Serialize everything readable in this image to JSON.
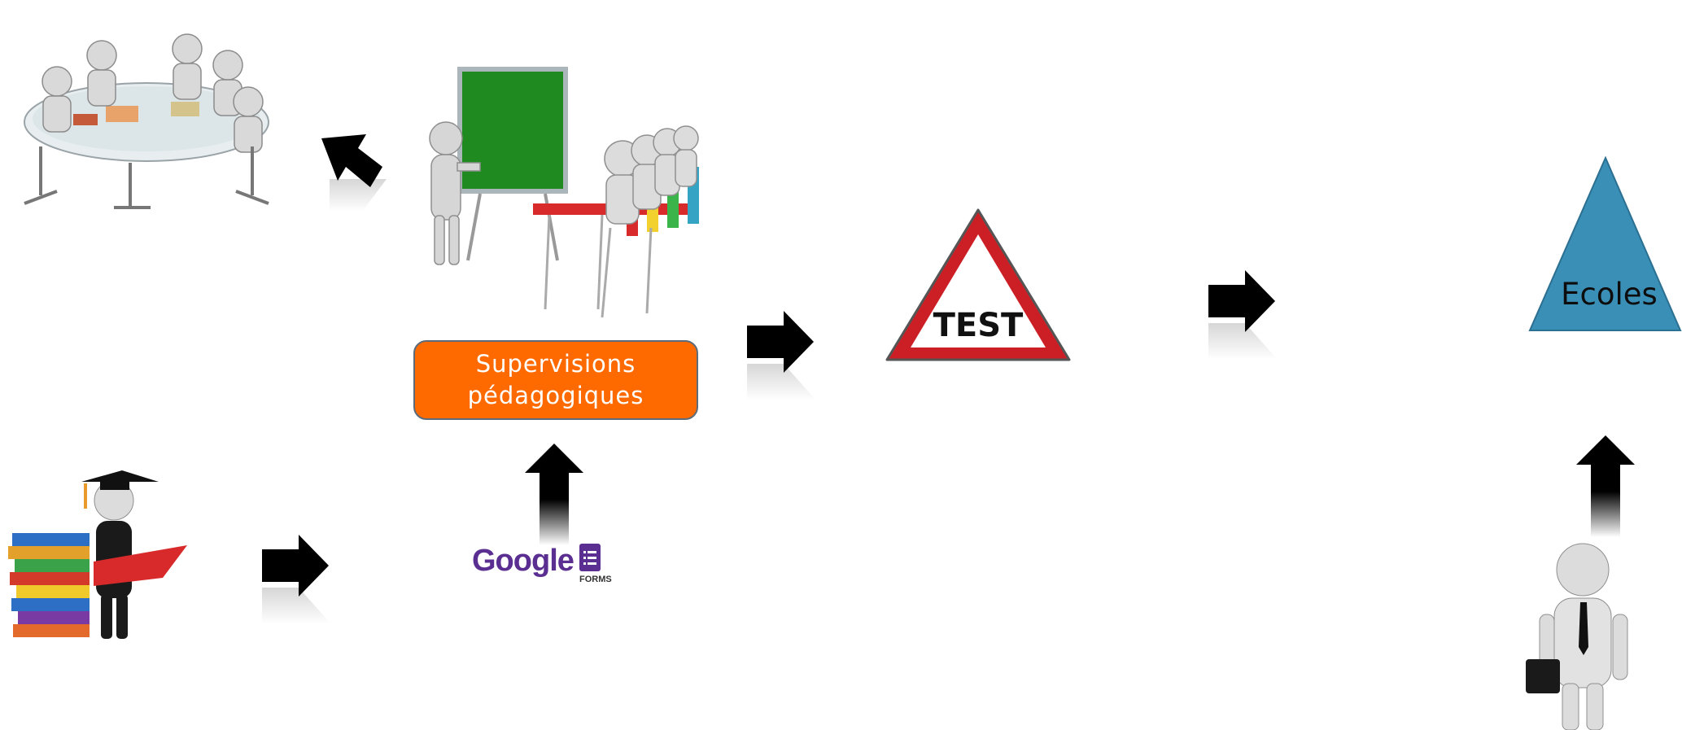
{
  "diagram": {
    "supervision_box": {
      "line1": "Supervisions",
      "line2": "pédagogiques"
    },
    "google_forms": {
      "word": "Google",
      "sub": "FORMS"
    },
    "test_sign": {
      "label": "TEST"
    },
    "schools": {
      "label": "Ecoles"
    },
    "colors": {
      "box_fill": "#ff6a00",
      "arrow": "#000000",
      "triangle": "#3a8fb7",
      "sign_red": "#cc1f25",
      "board_green": "#1f8a1f",
      "google_purple": "#5b2e91"
    }
  }
}
